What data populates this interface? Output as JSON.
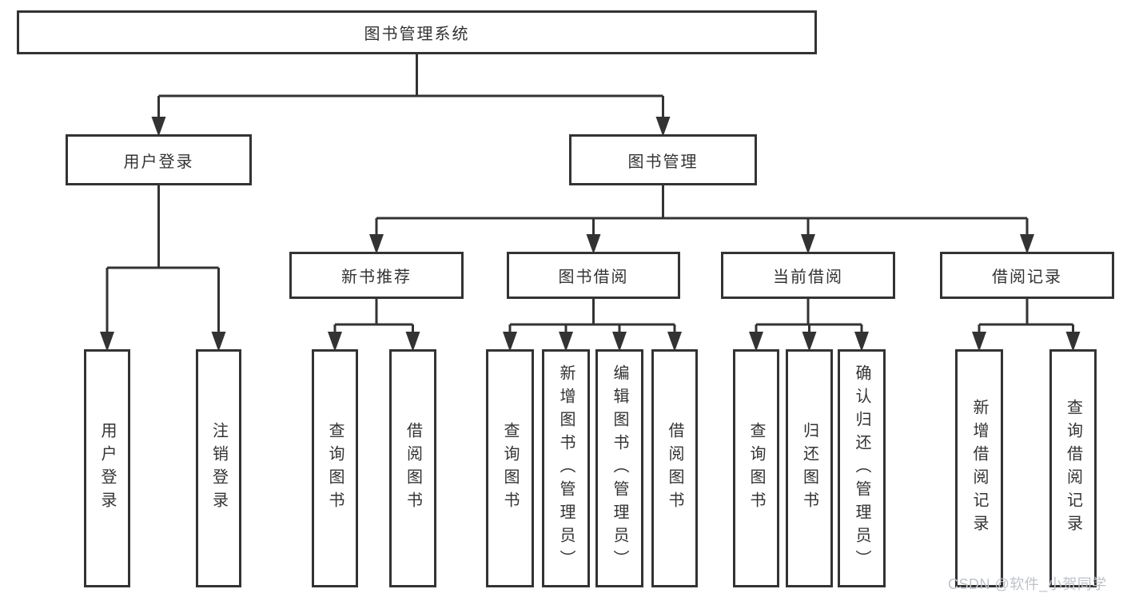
{
  "tree": {
    "label": "图书管理系统",
    "children": [
      {
        "label": "用户登录",
        "children": [
          {
            "label": "用户登录"
          },
          {
            "label": "注销登录"
          }
        ]
      },
      {
        "label": "图书管理",
        "children": [
          {
            "label": "新书推荐",
            "children": [
              {
                "label": "查询图书"
              },
              {
                "label": "借阅图书"
              }
            ]
          },
          {
            "label": "图书借阅",
            "children": [
              {
                "label": "查询图书"
              },
              {
                "label": "新增图书（管理员）"
              },
              {
                "label": "编辑图书（管理员）"
              },
              {
                "label": "借阅图书"
              }
            ]
          },
          {
            "label": "当前借阅",
            "children": [
              {
                "label": "查询图书"
              },
              {
                "label": "归还图书"
              },
              {
                "label": "确认归还（管理员）"
              }
            ]
          },
          {
            "label": "借阅记录",
            "children": [
              {
                "label": "新增借阅记录"
              },
              {
                "label": "查询借阅记录"
              }
            ]
          }
        ]
      }
    ]
  },
  "watermark": {
    "text": "CSDN @软件_小贺同学"
  },
  "colors": {
    "line": "#333333",
    "text": "#333333",
    "box_background": "#ffffff",
    "page_background": "#ffffff",
    "watermark": "#bfc2ca"
  }
}
